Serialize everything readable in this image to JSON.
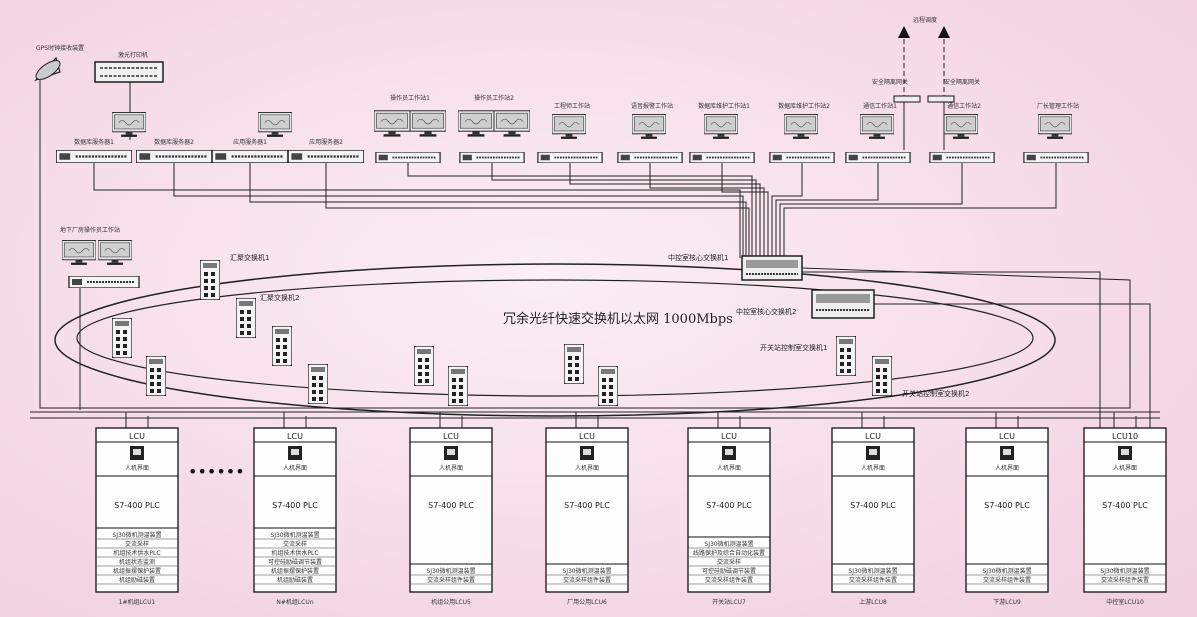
{
  "chart_data": {
    "type": "table",
    "title": "",
    "xlabel": "",
    "ylabel": "",
    "series": [],
    "values": []
  },
  "network": {
    "ring_title": "冗余光纤快速交换机以太网 1000Mbps",
    "ellipsis": "••••••",
    "core_switch_1": "中控室核心交换机1",
    "core_switch_2": "中控室核心交换机2",
    "agg_switch_1": "汇聚交换机1",
    "agg_switch_2": "汇聚交换机2",
    "substation_switch_1": "开关站控制室交换机1",
    "substation_switch_2": "开关站控制室交换机2",
    "gps": "GPS时钟接收装置",
    "printer": "激光打印机",
    "remote": "远程调度",
    "gateway_1": "安全隔离网关",
    "gateway_2": "安全隔离网关"
  },
  "servers": [
    {
      "label": "数据库服务器1"
    },
    {
      "label": "数据库服务器2"
    },
    {
      "label": "应用服务器1"
    },
    {
      "label": "应用服务器2"
    }
  ],
  "workstations": [
    {
      "label": "操作员工作站1"
    },
    {
      "label": "操作员工作站2"
    },
    {
      "label": "工程师工作站"
    },
    {
      "label": "语音报警工作站"
    },
    {
      "label": "数据库维护工作站1"
    },
    {
      "label": "数据库维护工作站2"
    },
    {
      "label": "通信工作站1"
    },
    {
      "label": "通信工作站2"
    },
    {
      "label": "厂长管理工作站"
    }
  ],
  "remote_workstation": "地下厂房操作员工作站",
  "lcus": [
    {
      "title": "LCU",
      "op": "人机界面",
      "plc": "S7-400 PLC",
      "modules": [
        "SJ30微机测温装置",
        "交流采样",
        "机组技术供水PLC",
        "机组状态监测",
        "机组振摆保护装置",
        "机组励磁装置"
      ],
      "caption": "1#机组LCU1"
    },
    {
      "title": "LCU",
      "op": "人机界面",
      "plc": "S7-400 PLC",
      "modules": [
        "SJ30微机测温装置",
        "交流采样",
        "机组技术供水PLC",
        "可控硅励磁调节装置",
        "机组振摆保护装置",
        "机组励磁装置"
      ],
      "caption": "N#机组LCUn"
    },
    {
      "title": "LCU",
      "op": "人机界面",
      "plc": "S7-400 PLC",
      "modules": [
        "SJ30微机测温装置",
        "交流采样组件装置"
      ],
      "caption": "机组公用LCU5"
    },
    {
      "title": "LCU",
      "op": "人机界面",
      "plc": "S7-400 PLC",
      "modules": [
        "SJ30微机测温装置",
        "交流采样组件装置"
      ],
      "caption": "厂用公用LCU6"
    },
    {
      "title": "LCU",
      "op": "人机界面",
      "plc": "S7-400 PLC",
      "modules": [
        "SJ30微机测温装置",
        "线路保护及综合自动化装置",
        "交流采样",
        "可控硅励磁调节装置",
        "交流采样组件装置"
      ],
      "caption": "开关站LCU7"
    },
    {
      "title": "LCU",
      "op": "人机界面",
      "plc": "S7-400 PLC",
      "modules": [
        "SJ30微机测温装置",
        "交流采样组件装置"
      ],
      "caption": "上游LCU8"
    },
    {
      "title": "LCU",
      "op": "人机界面",
      "plc": "S7-400 PLC",
      "modules": [
        "SJ30微机测温装置",
        "交流采样组件装置"
      ],
      "caption": "下游LCU9"
    },
    {
      "title": "LCU10",
      "op": "人机界面",
      "plc": "S7-400 PLC",
      "modules": [
        "SJ30微机测温装置",
        "交流采样组件装置"
      ],
      "caption": "中控室LCU10"
    }
  ]
}
